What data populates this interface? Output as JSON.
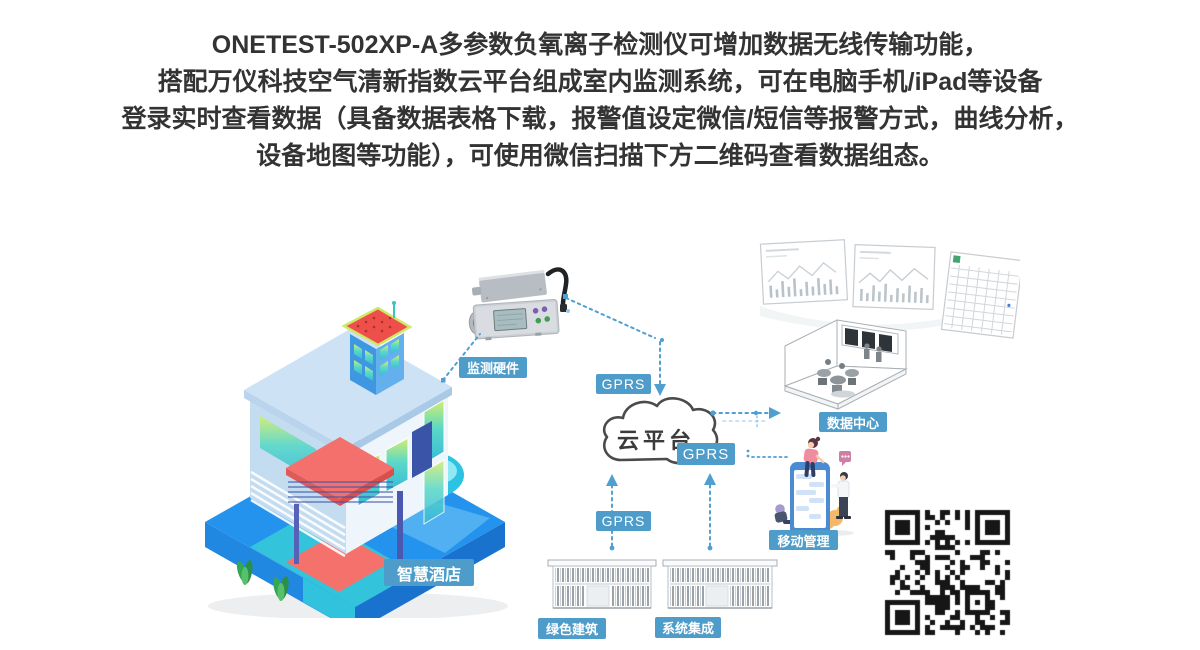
{
  "intro": {
    "lines": [
      "ONETEST-502XP-A多参数负氧离子检测仪可增加数据无线传输功能，",
      "搭配万仪科技空气清新指数云平台组成室内监测系统，可在电脑手机/iPad等设备",
      "登录实时查看数据（具备数据表格下载，报警值设定微信/短信等报警方式，曲线分析，",
      "设备地图等功能），可使用微信扫描下方二维码查看数据组态。"
    ]
  },
  "diagram": {
    "labels": {
      "hardware": "监测硬件",
      "gprs": "GPRS",
      "cloud": "云平台",
      "datacenter": "数据中心",
      "mobile": "移动管理",
      "hotel": "智慧酒店",
      "green_building": "绿色建筑",
      "integration": "系统集成"
    },
    "colors": {
      "badge": "#4e9cc9",
      "line": "#4f9fd0",
      "heading_text": "#333333",
      "cloud_outline": "#4b4b4b"
    },
    "icons": {
      "hotel": "smart-hotel-illustration",
      "device": "detector-device-illustration",
      "cloud": "cloud-icon",
      "screens": "dashboard-screens-sketch",
      "control_room": "control-room-sketch",
      "mobile_phone": "phone-with-people-illustration",
      "green_building": "building-sketch",
      "integration_building": "building-sketch",
      "qr": "qr-code"
    }
  }
}
